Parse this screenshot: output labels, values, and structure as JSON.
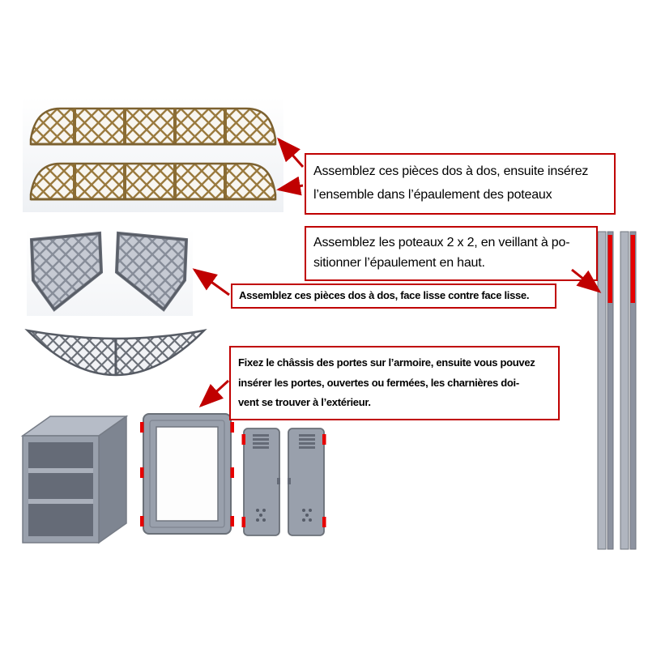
{
  "title": "Instructions d'assemblage (armoire / cabinet assembly steps)",
  "colors": {
    "accent_red": "#c00000",
    "hinge_red": "#e60000",
    "part_gray": "#99a0ac",
    "part_gray_dark": "#6a7078",
    "lattice_brown": "#9a7a3e",
    "background": "#ffffff"
  },
  "annotations": {
    "box1": {
      "lines": [
        "Assemblez ces pièces dos à dos, ensuite insérez",
        "l’ensemble dans l’épaulement des poteaux"
      ]
    },
    "box2": {
      "lines": [
        "Assemblez les poteaux 2 x 2, en veillant à po-",
        "sitionner l’épaulement en haut."
      ]
    },
    "box3": {
      "lines": [
        "Assemblez ces pièces dos à dos, face lisse contre face lisse."
      ]
    },
    "box4": {
      "lines": [
        "Fixez le châssis des portes sur l’armoire, ensuite vous pouvez",
        "insérer les portes, ouvertes ou fermées, les charnières doi-",
        "vent se trouver à l’extérieur."
      ]
    }
  },
  "parts": {
    "top": "two-lattice-back-panels",
    "middle": "two-lattice-side-panels",
    "v_piece": "curved-lattice-panel",
    "posts": "posts-with-red-shoulder-marks",
    "cabinet": "cabinet-carcass-with-shelves",
    "frame": "door-frame-with-red-hinge-marks",
    "doors": "two-doors-with-red-hinge-marks"
  }
}
